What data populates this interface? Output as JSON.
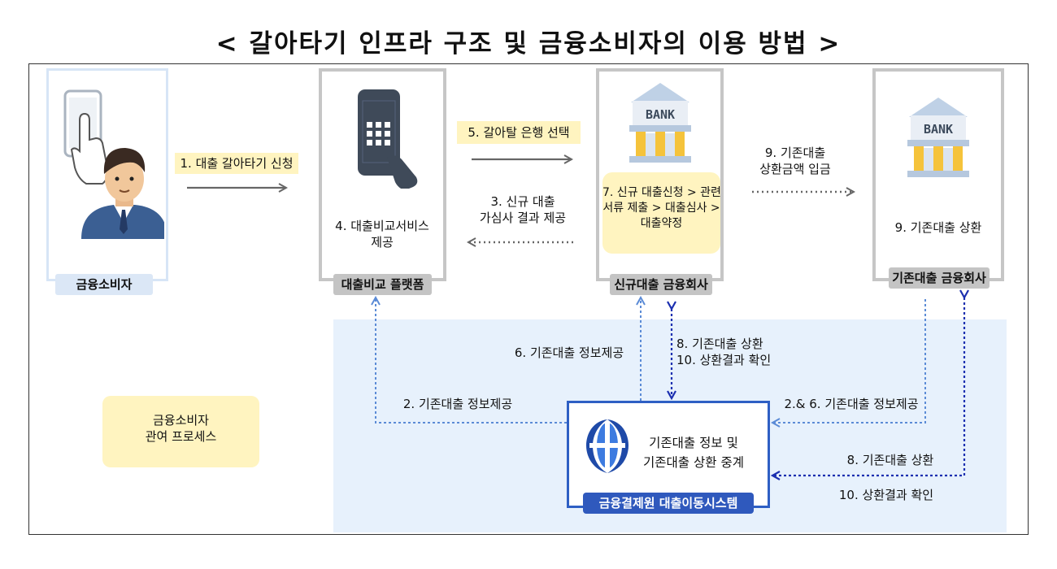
{
  "title": "< 갈아타기 인프라 구조 및 금융소비자의 이용 방법 >",
  "entities": {
    "consumer": "금융소비자",
    "platform": "대출비교 플랫폼",
    "new_bank": "신규대출 금융회사",
    "old_bank": "기존대출 금융회사",
    "system": "금융결제원 대출이동시스템"
  },
  "bank_sign": "BANK",
  "steps": {
    "s1": "1. 대출 갈아타기 신청",
    "s5": "5. 갈아탈 은행 선택",
    "s3_l1": "3. 신규 대출",
    "s3_l2": "가심사 결과 제공",
    "s4_l1": "4. 대출비교서비스",
    "s4_l2": "제공",
    "s7_l1": "7. 신규 대출신청 > 관련",
    "s7_l2": "서류 제출 > 대출심사 >",
    "s7_l3": "대출약정",
    "s9_l1": "9. 기존대출",
    "s9_l2": "상환금액 입금",
    "s9_repay": "9. 기존대출 상환",
    "s6": "6. 기존대출 정보제공",
    "s8_l1": "8. 기존대출 상환",
    "s8_l2": "10. 상환결과 확인",
    "s2": "2. 기존대출 정보제공",
    "s26": "2.& 6. 기존대출 정보제공",
    "s8b": "8. 기존대출 상환",
    "s10b": "10. 상환결과 확인"
  },
  "system_text_l1": "기존대출 정보 및",
  "system_text_l2": "기존대출 상환 중계",
  "legend_l1": "금융소비자",
  "legend_l2": "관여 프로세스",
  "colors": {
    "gray_box": "#c6c6c6",
    "light_blue": "#d7e5f6",
    "process_bg": "#e7f1fc",
    "yellow": "#fff4c0",
    "dotted_blue": "#5b8bd6",
    "dark_blue_arrow": "#1b2fb0",
    "system_border": "#2e5fc4",
    "system_tag": "#2f59bd"
  },
  "icons": [
    "smartphone-touch-icon",
    "businessman-icon",
    "mobile-app-icon",
    "bank-icon",
    "globe-logo-icon"
  ]
}
